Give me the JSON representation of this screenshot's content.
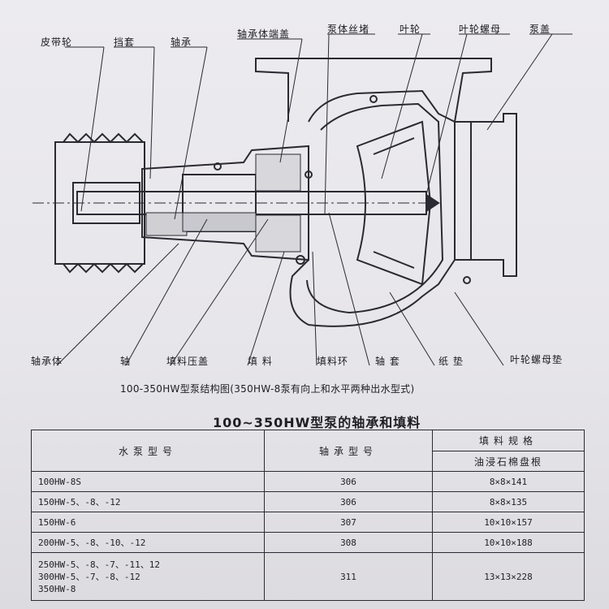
{
  "diagram": {
    "top_labels": {
      "pulley": "皮带轮",
      "retainer": "挡套",
      "bearing": "轴承",
      "bearing_cover": "轴承体端盖",
      "pump_body_plug": "泵体丝堵",
      "impeller": "叶轮",
      "impeller_nut": "叶轮螺母",
      "pump_cover": "泵盖"
    },
    "bottom_labels": {
      "bearing_body": "轴承体",
      "shaft": "轴",
      "packing_gland": "填料压盖",
      "packing": "填  料",
      "packing_ring": "填料环",
      "shaft_sleeve": "轴  套",
      "paper_gasket": "纸  垫",
      "impeller_nut_washer": "叶轮螺母垫"
    },
    "caption": "100-350HW型泵结构图(350HW-8泵有向上和水平两种出水型式)"
  },
  "table": {
    "title": "100~350HW型泵的轴承和填料",
    "headers": {
      "model": "水泵型号",
      "bearing": "轴承型号",
      "packing": "填料规格",
      "packing_sub": "油浸石棉盘根"
    },
    "rows": [
      {
        "model": [
          "100HW-8S"
        ],
        "bearing": "306",
        "packing": "8×8×141"
      },
      {
        "model": [
          "150HW-5、-8、-12"
        ],
        "bearing": "306",
        "packing": "8×8×135"
      },
      {
        "model": [
          "150HW-6"
        ],
        "bearing": "307",
        "packing": "10×10×157"
      },
      {
        "model": [
          "200HW-5、-8、-10、-12"
        ],
        "bearing": "308",
        "packing": "10×10×188"
      },
      {
        "model": [
          "250HW-5、-8、-7、-11、12",
          "300HW-5、-7、-8、-12",
          "350HW-8"
        ],
        "bearing": "311",
        "packing": "13×13×228"
      }
    ]
  }
}
